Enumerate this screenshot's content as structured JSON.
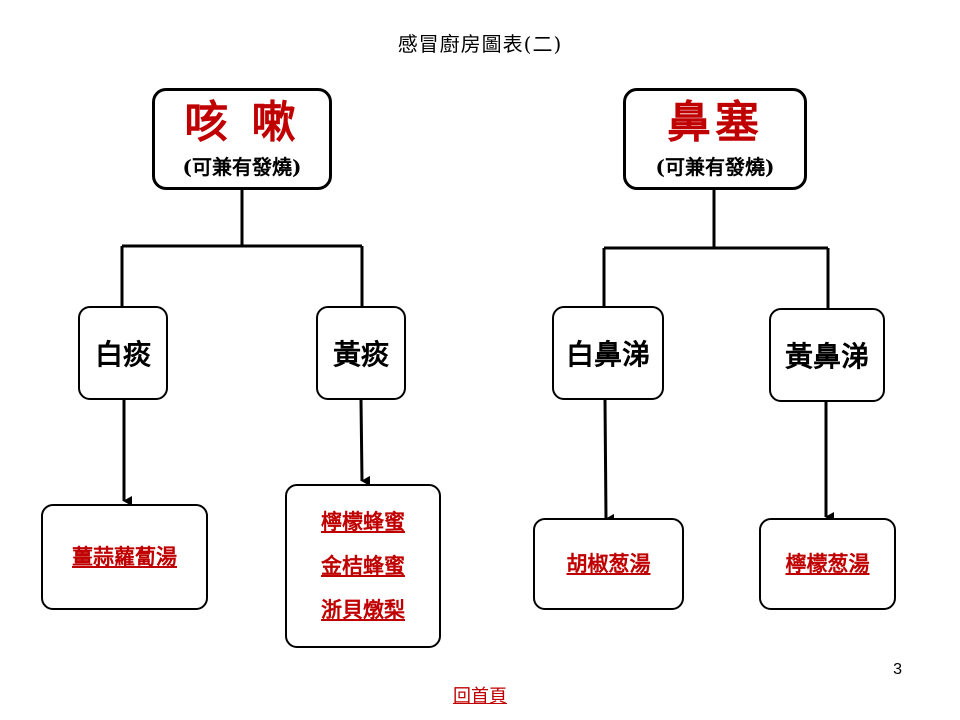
{
  "title": "感冒廚房圖表(二)",
  "left_tree": {
    "root": {
      "label": "咳 嗽",
      "sub": "(可兼有發燒)"
    },
    "branches": [
      {
        "label": "白痰",
        "remedies": [
          "薑蒜蘿蔔湯"
        ]
      },
      {
        "label": "黃痰",
        "remedies": [
          "檸檬蜂蜜",
          "金桔蜂蜜",
          "浙貝燉梨"
        ]
      }
    ]
  },
  "right_tree": {
    "root": {
      "label": "鼻塞",
      "sub": "(可兼有發燒)"
    },
    "branches": [
      {
        "label": "白鼻涕",
        "remedies": [
          "胡椒葱湯"
        ]
      },
      {
        "label": "黃鼻涕",
        "remedies": [
          "檸檬葱湯"
        ]
      }
    ]
  },
  "page_number": "3",
  "home_link": "回首頁",
  "colors": {
    "accent": "#c00000",
    "line": "#000000"
  }
}
